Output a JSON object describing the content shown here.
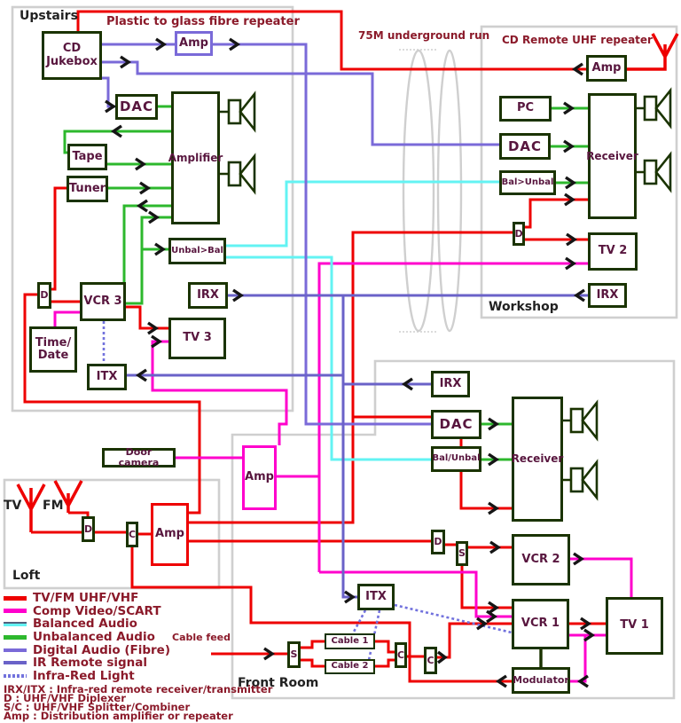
{
  "rooms": {
    "upstairs": "Upstairs",
    "workshop": "Workshop",
    "loft": "Loft",
    "front_room": "Front Room"
  },
  "annotations": {
    "fibre_repeater": "Plastic to glass fibre repeater",
    "underground_run": "75M underground run",
    "uhf_repeater": "CD Remote UHF repeater",
    "cable_feed": "Cable feed",
    "tv_antenna": "TV",
    "fm_antenna": "FM"
  },
  "boxes": {
    "cd_jukebox": "CD\nJukebox",
    "amp_fibre": "Amp",
    "dac_upstairs": "DAC",
    "amplifier": "Amplifier",
    "tape": "Tape",
    "tuner": "Tuner",
    "unbal_bal": "Unbal>Bal",
    "d_upstairs": "D",
    "vcr3": "VCR 3",
    "irx_upstairs": "IRX",
    "tv3": "TV 3",
    "time_date": "Time/\nDate",
    "itx_upstairs": "ITX",
    "door_camera": "Door camera",
    "amp_camera": "Amp",
    "amp_loft": "Amp",
    "d_loft": "D",
    "c_loft": "C",
    "amp_workshop": "Amp",
    "pc": "PC",
    "dac_workshop": "DAC",
    "bal_unbal_workshop": "Bal>Unbal",
    "receiver_workshop": "Receiver",
    "d_workshop": "D",
    "tv2": "TV 2",
    "irx_workshop": "IRX",
    "irx_front": "IRX",
    "dac_front": "DAC",
    "bal_unbal_front": "Bal/Unbal",
    "receiver_front": "Receiver",
    "d_front": "D",
    "s_front": "S",
    "vcr2": "VCR 2",
    "vcr1": "VCR 1",
    "tv1": "TV 1",
    "modulator": "Modulator",
    "itx_front": "ITX",
    "s_cable": "S",
    "cable1": "Cable 1",
    "cable2": "Cable 2",
    "c_cable1": "C",
    "c_cable2": "C"
  },
  "legend": {
    "items": [
      {
        "label": "TV/FM UHF/VHF",
        "color": "#ee0000"
      },
      {
        "label": "Comp Video/SCART",
        "color": "#ff00cc"
      },
      {
        "label": "Balanced Audio",
        "color": "#63f3f3"
      },
      {
        "label": "Unbalanced Audio",
        "color": "#2db82d"
      },
      {
        "label": "Digital Audio (Fibre)",
        "color": "#7a6ad8"
      },
      {
        "label": "IR Remote signal",
        "color": "#6a62c8"
      },
      {
        "label": "Infra-Red Light",
        "color": "#7272dd"
      }
    ],
    "notes": [
      "IRX/ITX : Infra-red remote receiver/transmitter",
      "D : UHF/VHF Diplexer",
      "S/C : UHF/VHF Splitter/Combiner",
      "Amp : Distribution amplifier or repeater"
    ]
  },
  "colors": {
    "rf_red": "#ee0000",
    "scart_magenta": "#ff00cc",
    "balanced_cyan": "#63f3f3",
    "unbalanced_green": "#2db82d",
    "fibre_purple": "#7a6ad8",
    "ir_signal_blue": "#6a62c8",
    "ir_light_dotted": "#7272dd",
    "box_border": "#1a3300",
    "box_text": "#58163e",
    "room_border": "#cfcfcf",
    "annotation_text": "#8b1a2a"
  }
}
